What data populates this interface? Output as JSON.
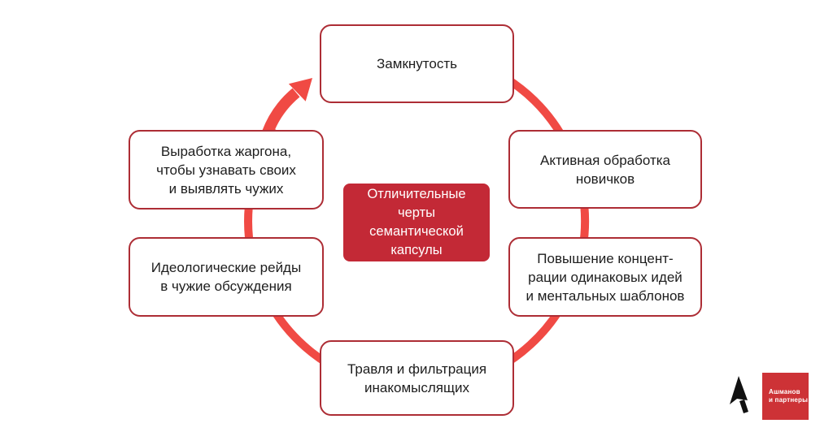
{
  "diagram": {
    "center_box": {
      "label": "Отличительные\nчерты\nсемантической\nкапсулы"
    },
    "nodes": [
      {
        "id": "top",
        "label": "Замкнутость"
      },
      {
        "id": "right-upper",
        "label": "Активная обработка\nновичков"
      },
      {
        "id": "right-lower",
        "label": "Повышение концент-\nрации одинаковых идей\nи ментальных шаблонов"
      },
      {
        "id": "bottom",
        "label": "Травля и фильтрация\nинакомыслящих"
      },
      {
        "id": "left-lower",
        "label": "Идеологические рейды\nв чужие обсуждения"
      },
      {
        "id": "left-upper",
        "label": "Выработка жаргона,\nчтобы узнавать своих\nи выявлять чужих"
      }
    ],
    "colors": {
      "ring": "#f04a44",
      "node_border": "#ad2d35",
      "center_background": "#c32936",
      "text": "#1d1d1d",
      "logo_background": "#cd3236"
    }
  },
  "logo": {
    "line1": "Ашманов",
    "line2": "и партнеры"
  }
}
